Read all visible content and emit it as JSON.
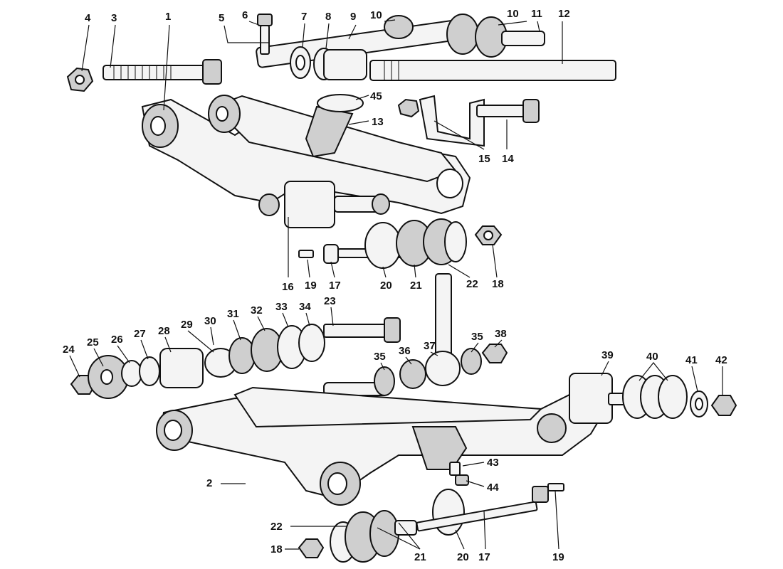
{
  "diagram": {
    "labels": [
      "1",
      "2",
      "3",
      "4",
      "5",
      "6",
      "7",
      "8",
      "9",
      "10",
      "11",
      "12",
      "13",
      "14",
      "15",
      "16",
      "17",
      "18",
      "19",
      "20",
      "21",
      "22",
      "23",
      "24",
      "25",
      "26",
      "27",
      "28",
      "29",
      "30",
      "31",
      "32",
      "33",
      "34",
      "35",
      "36",
      "37",
      "38",
      "39",
      "40",
      "41",
      "42",
      "43",
      "44",
      "45"
    ]
  }
}
